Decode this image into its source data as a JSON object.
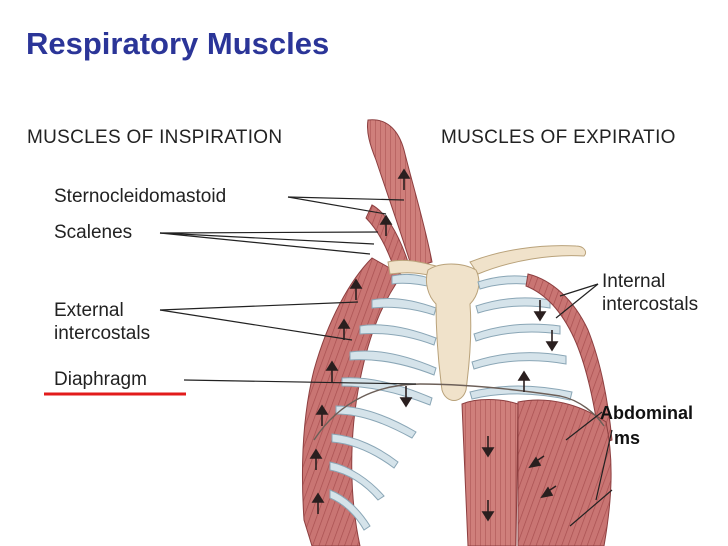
{
  "slide": {
    "title": "Respiratory Muscles"
  },
  "headings": {
    "inspiration": "MUSCLES OF INSPIRATION",
    "expiration": "MUSCLES OF EXPIRATIO"
  },
  "labels": {
    "sternocleidomastoid": "Sternocleidomastoid",
    "scalenes": "Scalenes",
    "external_1": "External",
    "external_2": "intercostals",
    "diaphragm": "Diaphragm",
    "internal_1": "Internal",
    "internal_2": "intercostals",
    "abdominal_1": "Abdominal",
    "abdominal_2": "ms"
  },
  "colors": {
    "title": "#2b3598",
    "underline": "#e21b1b",
    "muscle": "#c86f6c",
    "bone": "#f1e3cc",
    "cartilage": "#cfe0e9"
  }
}
